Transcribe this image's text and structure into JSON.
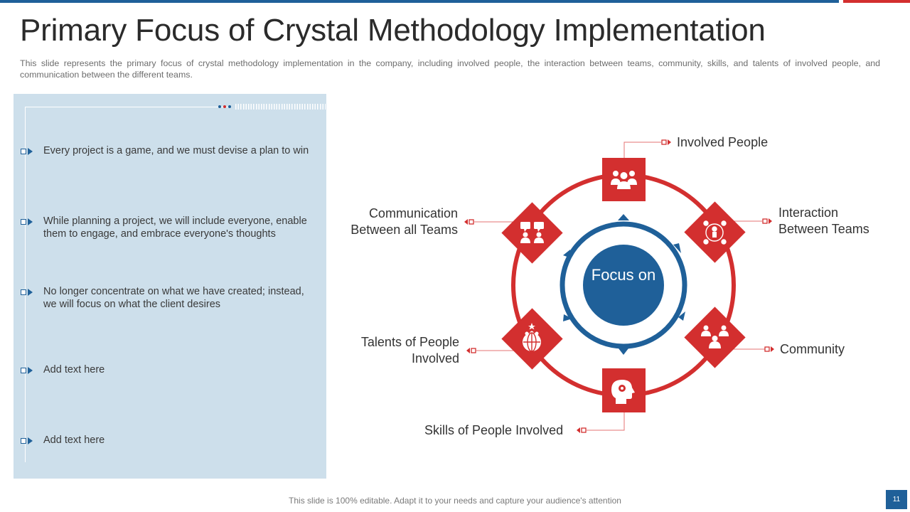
{
  "slide": {
    "title": "Primary Focus of Crystal Methodology Implementation",
    "subtitle": "This slide represents the primary focus of crystal methodology implementation in the company, including involved  people, the interaction between teams, community, skills, and talents of involved  people, and communication between the different teams.",
    "footer": "This slide is 100% editable. Adapt it to your needs and capture your audience's attention",
    "page_number": "11"
  },
  "colors": {
    "brand_blue": "#1f6099",
    "brand_red": "#d32f2f",
    "panel_bg": "#cddfeb",
    "ring_red": "#d32f2f",
    "circle_blue": "#1f6099"
  },
  "left_panel": {
    "bullets": [
      "Every project is a game, and we must devise a plan to win",
      "While planning a project, we will include everyone, enable them to engage, and embrace everyone's thoughts",
      "No longer concentrate on what we have created; instead, we will focus on what the client desires",
      "Add text here",
      "Add text here"
    ]
  },
  "diagram": {
    "center": "Focus on",
    "nodes": [
      {
        "label": "Involved People",
        "icon": "group-people-icon"
      },
      {
        "label": "Interaction Between Teams",
        "icon": "team-network-icon"
      },
      {
        "label": "Community",
        "icon": "community-icon"
      },
      {
        "label": "Skills of People Involved",
        "icon": "head-gear-icon"
      },
      {
        "label": "Talents of People Involved",
        "icon": "talent-globe-icon"
      },
      {
        "label": "Communication Between all Teams",
        "icon": "chat-people-icon"
      }
    ]
  }
}
